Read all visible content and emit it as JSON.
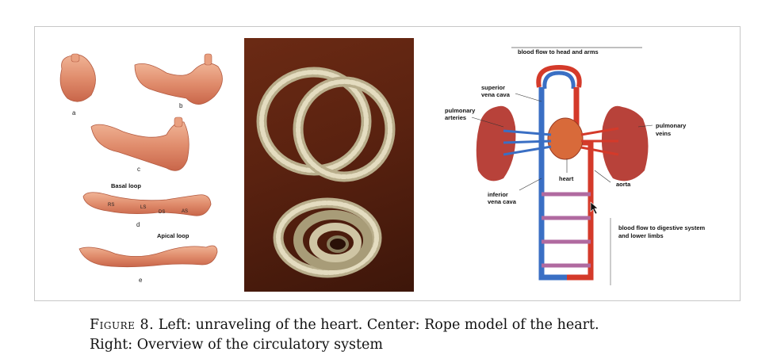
{
  "figure": {
    "caption_label": "Figure 8.",
    "caption_text_line1": "Left: unraveling of the heart. Center: Rope model of the heart.",
    "caption_text_line2": "Right: Overview of the circulatory system"
  },
  "left_panel": {
    "labels": {
      "a": "a",
      "b": "b",
      "c": "c",
      "d": "d",
      "e": "e",
      "basal_loop": "Basal loop",
      "apical_loop": "Apical loop",
      "rs": "RS",
      "ls": "LS",
      "ds": "DS",
      "as": "AS"
    }
  },
  "right_panel": {
    "labels": {
      "head_arms": "blood flow to head and arms",
      "superior_vena_cava_1": "superior",
      "superior_vena_cava_2": "vena cava",
      "pulmonary_arteries_1": "pulmonary",
      "pulmonary_arteries_2": "arteries",
      "pulmonary_veins_1": "pulmonary",
      "pulmonary_veins_2": "veins",
      "heart": "heart",
      "aorta": "aorta",
      "inferior_vena_cava_1": "inferior",
      "inferior_vena_cava_2": "vena cava",
      "digestive_1": "blood flow to digestive system",
      "digestive_2": "and lower limbs"
    },
    "colors": {
      "artery": "#d43a2a",
      "vein": "#3a6fc4",
      "lung": "#b8423a"
    }
  },
  "center_panel": {
    "background": "#5a2210",
    "rope_color": "#cfc5a4"
  }
}
